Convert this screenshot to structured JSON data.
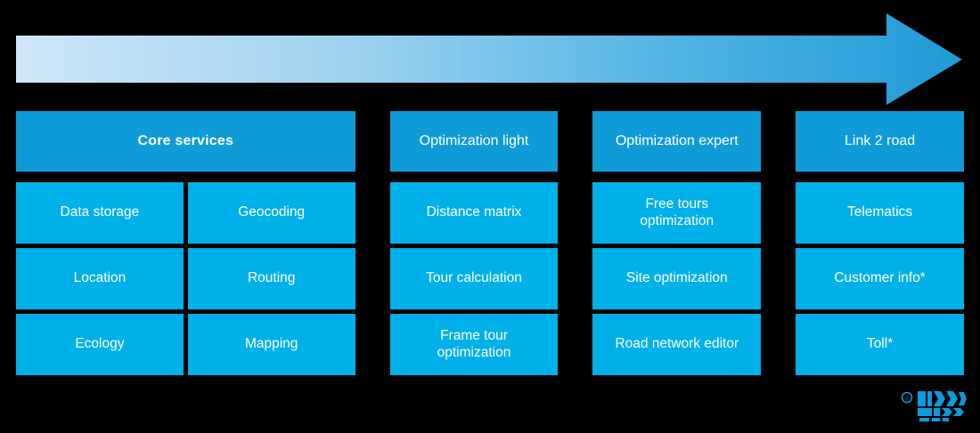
{
  "meta": {
    "background_color": "#000000",
    "header_blue": "#0f9bd7",
    "cell_blue": "#00b0e8",
    "text_color": "#ffffff",
    "arrow_gradient_start": "#cfe6f7",
    "arrow_gradient_end": "#1f9ad6"
  },
  "arrow": {
    "name": "progression-arrow",
    "direction": "right",
    "gradient_from": "#cfe6f7",
    "gradient_to": "#1f9ad6"
  },
  "columns": [
    {
      "id": "core-services",
      "header": "Core services",
      "header_bold": true,
      "rows": [
        [
          "Data storage",
          "Geocoding"
        ],
        [
          "Location",
          "Routing"
        ],
        [
          "Ecology",
          "Mapping"
        ]
      ]
    },
    {
      "id": "optimization-light",
      "header": "Optimization light",
      "header_bold": false,
      "rows": [
        [
          "Distance matrix"
        ],
        [
          "Tour calculation"
        ],
        [
          "Frame tour\noptimization"
        ]
      ]
    },
    {
      "id": "optimization-expert",
      "header": "Optimization expert",
      "header_bold": false,
      "rows": [
        [
          "Free tours\noptimization"
        ],
        [
          "Site optimization"
        ],
        [
          "Road network editor"
        ]
      ]
    },
    {
      "id": "link-2-road",
      "header": "Link 2 road",
      "header_bold": false,
      "rows": [
        [
          "Telematics"
        ],
        [
          "Customer info*"
        ],
        [
          "Toll*"
        ]
      ]
    }
  ],
  "logo": {
    "name": "company-logo",
    "copyright_symbol": "©",
    "color": "#0b9bdc"
  }
}
